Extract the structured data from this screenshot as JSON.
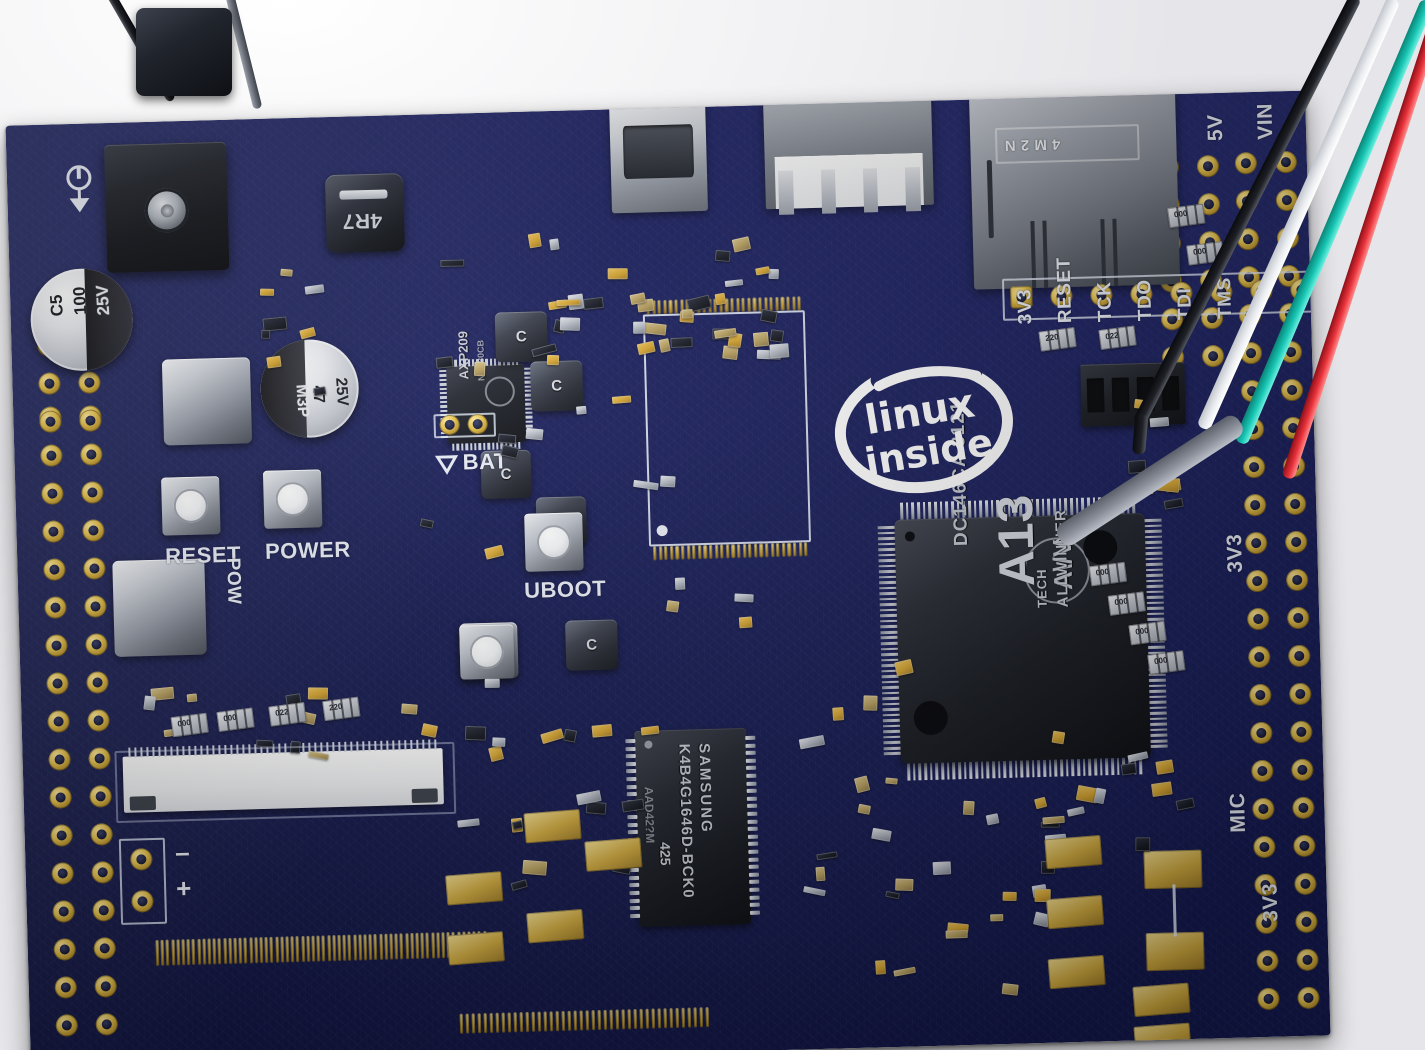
{
  "scene": {
    "subject": "Allwinner A13 single-board computer (OLinuXino-style) photographed from above on a white background",
    "board_color": "#1b2060",
    "background_color": "#f2f2f4",
    "pad_color": "#e6c24d"
  },
  "silkscreen": {
    "buttons": [
      {
        "label": "RESET",
        "name": "reset-button-label"
      },
      {
        "label": "POWER",
        "name": "power-button-label"
      },
      {
        "label": "UBOOT",
        "name": "uboot-button-label"
      }
    ],
    "power_silk": "POW",
    "battery_label": "BAT",
    "battery_minus": "–",
    "battery_plus": "+",
    "jtag_pins": [
      "3V3",
      "RESET",
      "TCK",
      "TDO",
      "TDI",
      "TMS"
    ],
    "right_header_pins": [
      "5V",
      "VIN"
    ],
    "right_edge_3v3": "3V3",
    "right_edge_3v3_lower": "3V3",
    "mic_label": "MIC",
    "bottom_3v3": "3V3",
    "logo_line1": "linux",
    "logo_line2": "inside"
  },
  "components": {
    "soc": {
      "name": "Allwinner A13 SoC",
      "line_logo": "A\\/V",
      "line_brand_1": "ALLWINNER",
      "line_brand_2": "TECH",
      "line_part": "A13",
      "line_lot": "DC146CA 3121"
    },
    "dram": {
      "name": "Samsung DDR3 SDRAM",
      "line1": "SAMSUNG",
      "line2": "K4B4G1646D-BCK0",
      "line3": "425",
      "line4": "AAD42?M"
    },
    "pmic": {
      "name": "X-Powers AXP209 PMIC",
      "line1": "AXP209",
      "line2": "NC380CB"
    },
    "inductor_main": {
      "name": "power inductor",
      "marking": "4R7"
    },
    "cap_c5": {
      "name": "electrolytic capacitor C5",
      "line1": "C5",
      "line2": "100",
      "line3": "25V"
    },
    "cap_m3p": {
      "name": "electrolytic capacitor",
      "line1": "M3P",
      "line2": "47",
      "line3": "25V"
    },
    "sd_slot": {
      "name": "microSD card socket",
      "marking": "4 M 2 N"
    },
    "usb_host": {
      "name": "USB type-A host port"
    },
    "usb_otg": {
      "name": "micro-USB OTG port"
    },
    "dc_jack": {
      "name": "DC barrel power jack"
    },
    "lcd_connector": {
      "name": "LCD FPC connector"
    },
    "nand_footprint": {
      "name": "unpopulated NAND flash footprint"
    },
    "inductor_c_marks": [
      "C",
      "C",
      "C",
      "C",
      "C"
    ],
    "resistor_packs": [
      "220",
      "022",
      "000",
      "000",
      "000",
      "000"
    ]
  },
  "wires": [
    {
      "color_name": "black",
      "hex": "#1e2026",
      "goes_to": "jtag-header"
    },
    {
      "color_name": "white",
      "hex": "#eceef1",
      "goes_to": "jtag-header"
    },
    {
      "color_name": "teal",
      "hex": "#17c4b2",
      "goes_to": "jtag-header"
    },
    {
      "color_name": "red",
      "hex": "#e8313a",
      "goes_to": "jtag-header"
    },
    {
      "color_name": "grey-sleeve",
      "hex": "#6e737d",
      "goes_to": "soc-probe"
    }
  ]
}
